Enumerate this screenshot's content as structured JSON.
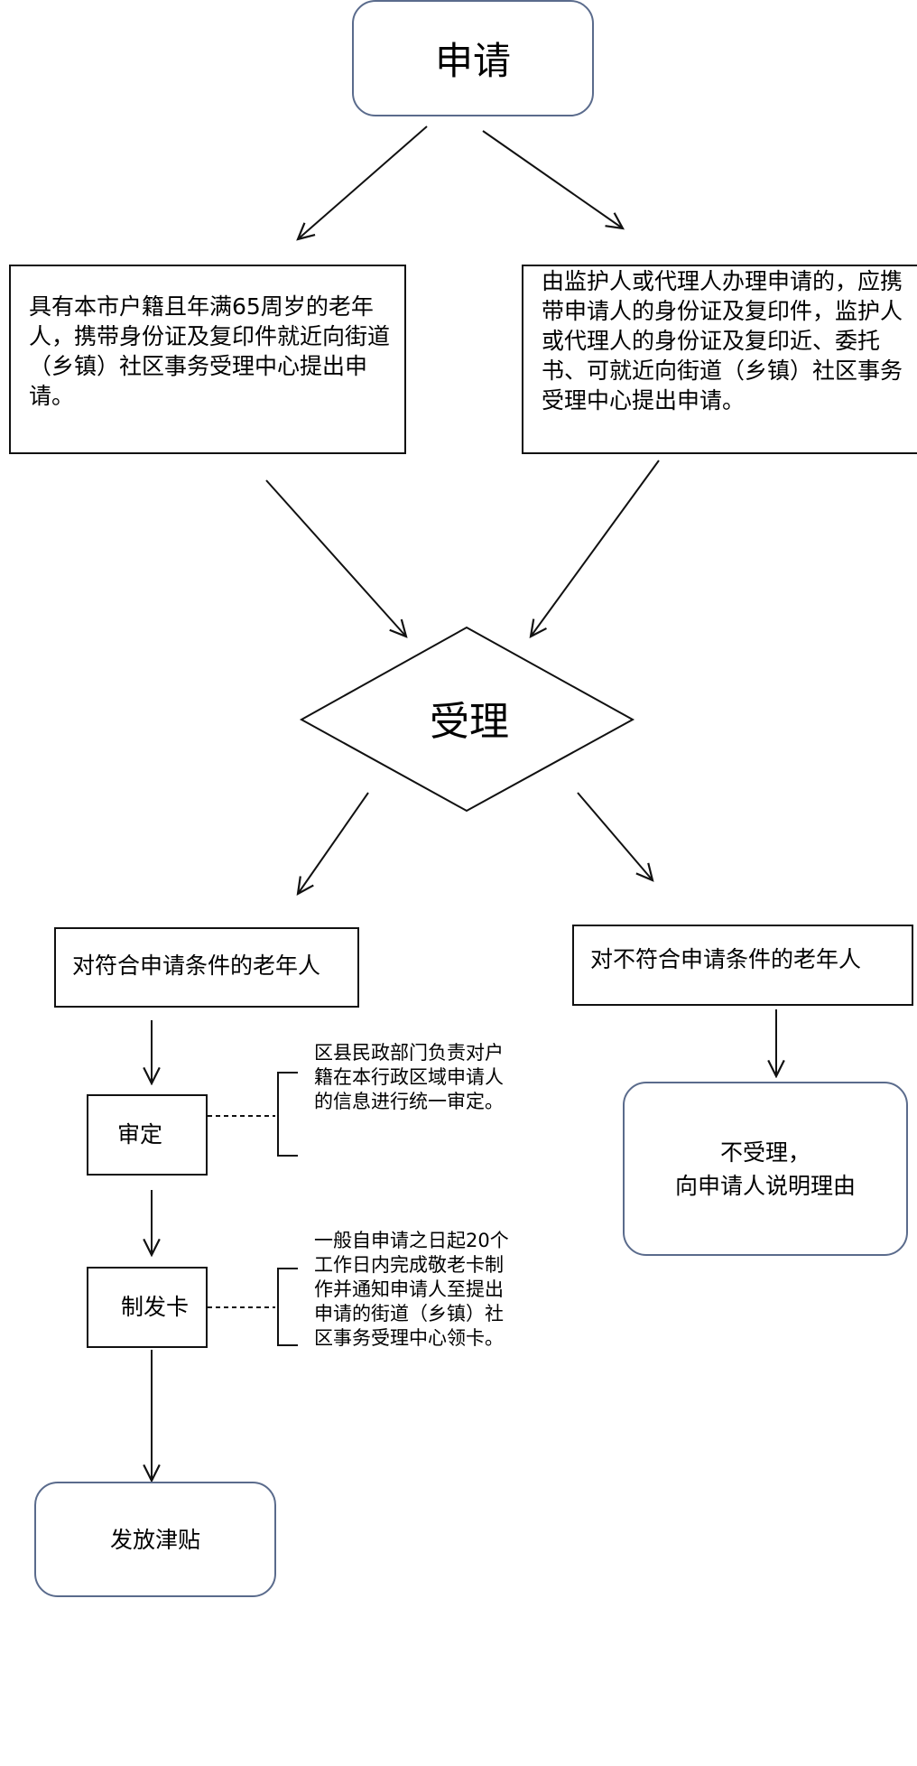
{
  "nodes": {
    "apply": "申请",
    "left_condition": "具有本市户籍且年满65周岁的老年人，携带身份证及复印件就近向街道（乡镇）社区事务受理中心提出申请。",
    "right_condition": "由监护人或代理人办理申请的，应携带申请人的身份证及复印件，监护人或代理人的身份证及复印近、委托书、可就近向街道（乡镇）社区事务受理中心提出申请。",
    "accept": "受理",
    "eligible": "对符合申请条件的老年人",
    "ineligible": "对不符合申请条件的老年人",
    "review": "审定",
    "make_card": "制发卡",
    "reject_line1": "不受理，",
    "reject_line2": "向申请人说明理由",
    "subsidy": "发放津贴"
  },
  "notes": {
    "review_note": "区县民政部门负责对户籍在本行政区域申请人的信息进行统一审定。",
    "card_note": "一般自申请之日起20个工作日内完成敬老卡制作并通知申请人至提出申请的街道（乡镇）社区事务受理中心领卡。"
  },
  "colors": {
    "rounded_border": "#5a6b8c",
    "line": "#111111"
  }
}
